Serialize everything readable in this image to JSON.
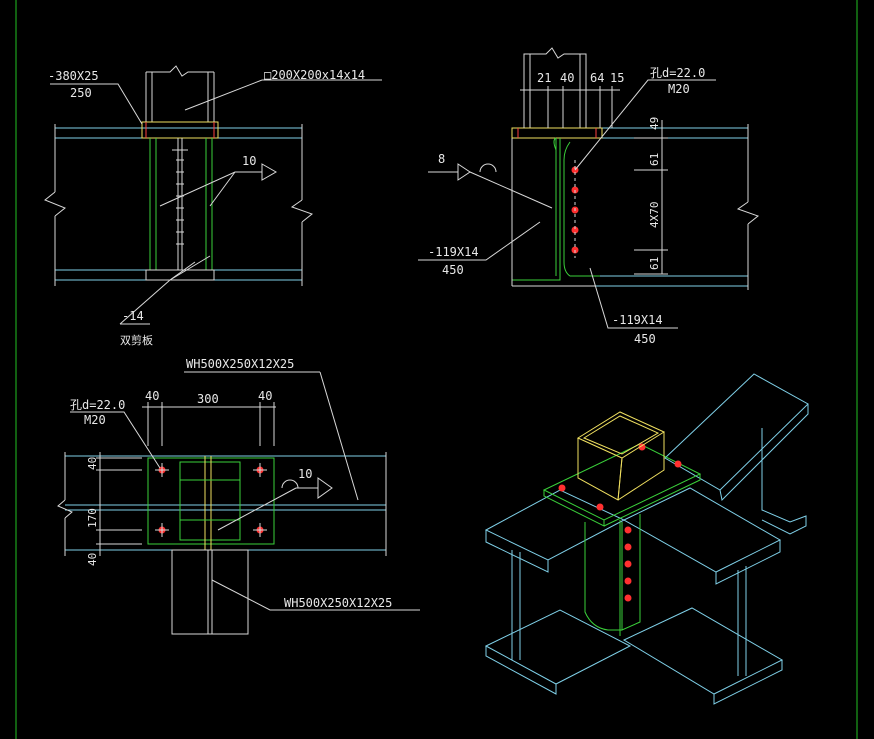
{
  "colors": {
    "background": "#000000",
    "frame": "#22c022",
    "line": "#d8d8d8",
    "cyan": "#7fd0e8",
    "green": "#3ad03a",
    "yellow": "#f0e060",
    "bolt": "#ff3030"
  },
  "view1": {
    "plate_top": "-380X25",
    "plate_bottom": "250",
    "column_label": "□200X200x14x14",
    "weld_size": "10",
    "stiffener_label": "-14",
    "stiffener_sub": "双剪板"
  },
  "view2": {
    "dims_top": [
      "21",
      "40",
      "64",
      "15"
    ],
    "hole_label": "孔d=22.0",
    "bolt_label": "M20",
    "weld_size": "8",
    "plate_left_top": "-119X14",
    "plate_left_bottom": "450",
    "plate_right_top": "-119X14",
    "plate_right_bottom": "450",
    "dims_right": [
      "49",
      "61",
      "4X70",
      "61"
    ]
  },
  "view3": {
    "beam_label": "WH500X250X12X25",
    "hole_label": "孔d=22.0",
    "bolt_label": "M20",
    "dims_top": [
      "40",
      "300",
      "40"
    ],
    "dims_left": [
      "40",
      "170",
      "40"
    ],
    "weld_size": "10",
    "column_label": "WH500X250X12X25"
  }
}
